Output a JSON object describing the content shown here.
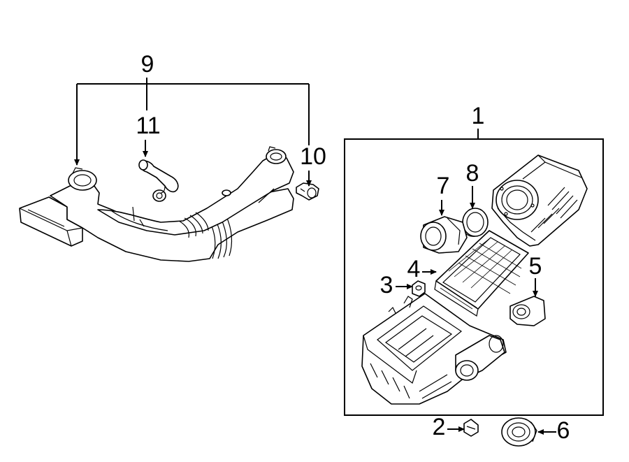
{
  "callouts": {
    "c1": "1",
    "c2": "2",
    "c3": "3",
    "c4": "4",
    "c5": "5",
    "c6": "6",
    "c7": "7",
    "c8": "8",
    "c9": "9",
    "c10": "10",
    "c11": "11"
  },
  "colors": {
    "line": "#000000",
    "background": "#ffffff"
  }
}
